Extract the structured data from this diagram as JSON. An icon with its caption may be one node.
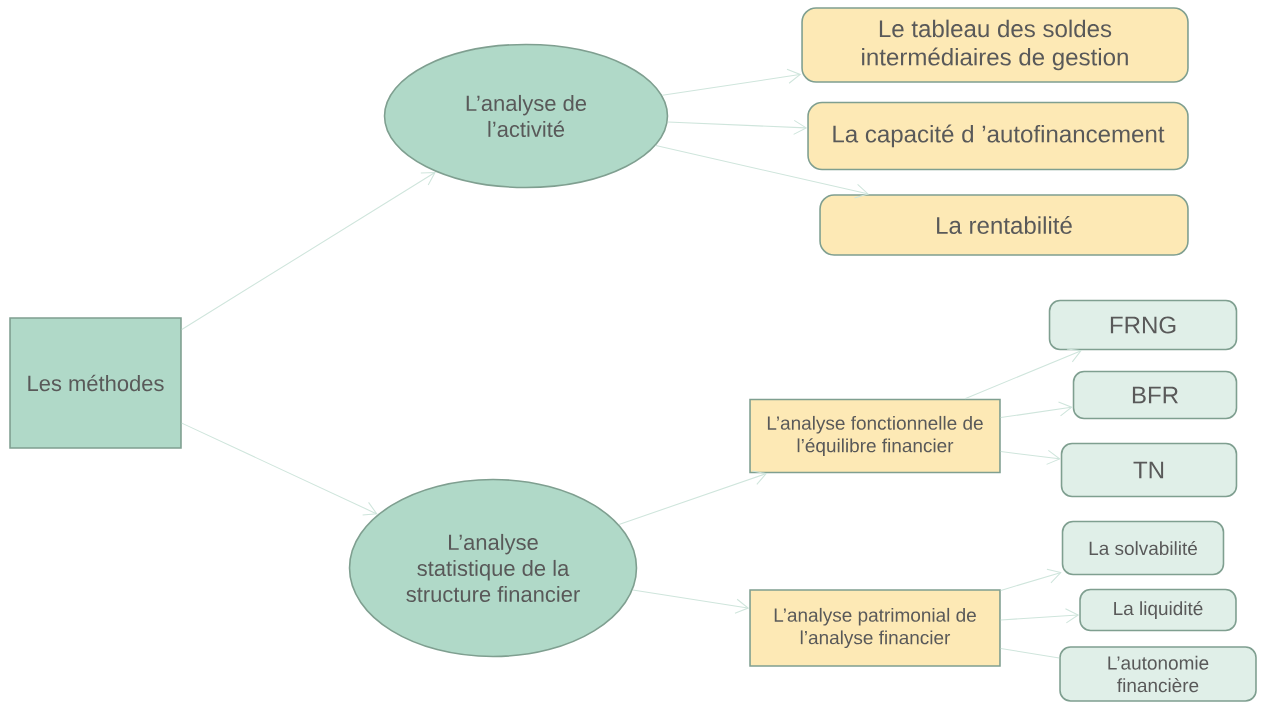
{
  "diagram": {
    "nodes": [
      {
        "text": [
          "Les méthodes"
        ]
      },
      {
        "text": [
          "L’analyse de l’activité"
        ]
      },
      {
        "text": [
          "Le tableau des soldes intermédiaires de gestion"
        ]
      },
      {
        "text": [
          "La capacité d ’autofinancement"
        ]
      },
      {
        "text": [
          "La rentabilité"
        ]
      },
      {
        "text": [
          "L’analyse statistique de la structure financier"
        ]
      },
      {
        "text": [
          "L’analyse fonctionnelle de l’équilibre financier"
        ]
      },
      {
        "text": [
          "FRNG"
        ]
      },
      {
        "text": [
          "BFR"
        ]
      },
      {
        "text": [
          "TN"
        ]
      },
      {
        "text": [
          "L’analyse patrimonial de l’analyse financier"
        ]
      },
      {
        "text": [
          "La solvabilité"
        ]
      },
      {
        "text": [
          "La liquidité"
        ]
      },
      {
        "text": [
          "L’autonomie financière"
        ]
      }
    ],
    "edges": [
      {
        "from": 0,
        "to": 1,
        "arrow": "to"
      },
      {
        "from": 0,
        "to": 5,
        "arrow": "to"
      },
      {
        "from": 1,
        "to": 2,
        "arrow": "to"
      },
      {
        "from": 1,
        "to": 3,
        "arrow": "to"
      },
      {
        "from": 1,
        "to": 4,
        "arrow": "to"
      },
      {
        "from": 5,
        "to": 6,
        "arrow": "to"
      },
      {
        "from": 5,
        "to": 10,
        "arrow": "to"
      },
      {
        "from": 6,
        "to": 7,
        "arrow": "to"
      },
      {
        "from": 6,
        "to": 8,
        "arrow": "to"
      },
      {
        "from": 6,
        "to": 9,
        "arrow": "to"
      },
      {
        "from": 10,
        "to": 11,
        "arrow": "to"
      },
      {
        "from": 10,
        "to": 12,
        "arrow": "to"
      },
      {
        "from": 10,
        "to": 13,
        "arrow": "none"
      }
    ]
  }
}
